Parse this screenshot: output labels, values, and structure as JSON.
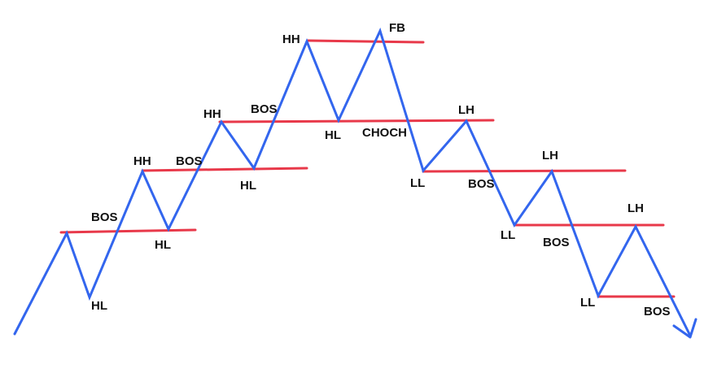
{
  "colors": {
    "price": "#3366ee",
    "level": "#e8394a",
    "text": "#111111"
  },
  "labels": [
    {
      "id": "hl1",
      "text": "HL"
    },
    {
      "id": "bos1",
      "text": "BOS"
    },
    {
      "id": "hl2",
      "text": "HL"
    },
    {
      "id": "hh1",
      "text": "HH"
    },
    {
      "id": "bos2",
      "text": "BOS"
    },
    {
      "id": "hh2",
      "text": "HH"
    },
    {
      "id": "hl3",
      "text": "HL"
    },
    {
      "id": "bos3",
      "text": "BOS"
    },
    {
      "id": "hh3",
      "text": "HH"
    },
    {
      "id": "hl4",
      "text": "HL"
    },
    {
      "id": "fb",
      "text": "FB"
    },
    {
      "id": "choch",
      "text": "CHOCH"
    },
    {
      "id": "ll1",
      "text": "LL"
    },
    {
      "id": "lh1",
      "text": "LH"
    },
    {
      "id": "bos4",
      "text": "BOS"
    },
    {
      "id": "ll2",
      "text": "LL"
    },
    {
      "id": "lh2",
      "text": "LH"
    },
    {
      "id": "bos5",
      "text": "BOS"
    },
    {
      "id": "ll3",
      "text": "LL"
    },
    {
      "id": "lh3",
      "text": "LH"
    },
    {
      "id": "bos6",
      "text": "BOS"
    }
  ]
}
